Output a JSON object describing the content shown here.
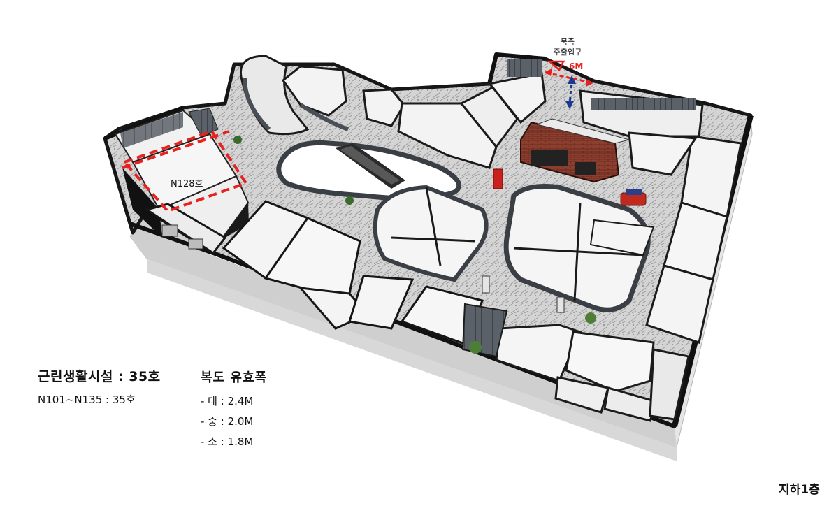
{
  "diagram": {
    "unit_callout": "N128호",
    "entrance": {
      "line1": "북측",
      "line2": "주출입구",
      "width": "6M"
    }
  },
  "legend": {
    "facility_title": "근린생활시설 : 35호",
    "facility_range": "N101~N135 : 35호",
    "corridor_title": "복도 유효폭",
    "corridor_items": [
      "- 대 : 2.4M",
      "- 중 : 2.0M",
      "- 소 : 1.8M"
    ]
  },
  "floor_label": "지하1층",
  "colors": {
    "highlight": "#e8201e",
    "arrow_blue": "#1a3a8f",
    "wall": "#141414",
    "glass": "#3e444a",
    "floor": "#cfcfcf",
    "room_floor": "#f3f3f3",
    "brick": "#8a3b2c"
  }
}
